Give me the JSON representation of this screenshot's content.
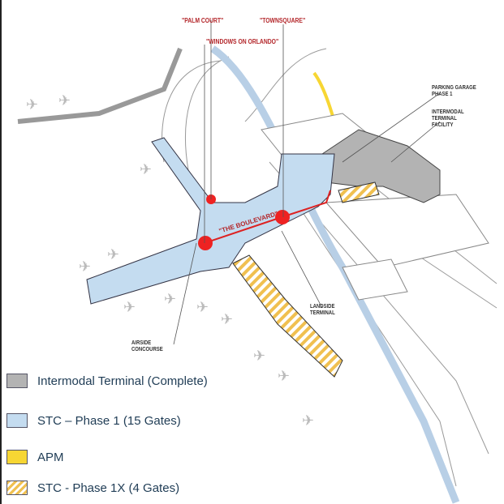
{
  "callouts": {
    "palm_court": "\"PALM COURT\"",
    "townsquare": "\"TOWNSQUARE\"",
    "windows": "\"WINDOWS ON ORLANDO\"",
    "boulevard": "\"THE BOULEVARD\"",
    "parking": "PARKING GARAGE PHASE 1",
    "intermodal": "INTERMODAL TERMINAL FACILITY",
    "landside": "LANDSIDE TERMINAL",
    "airside": "AIRSIDE CONCOURSE"
  },
  "legend": [
    {
      "label": "Intermodal Terminal (Complete)",
      "color": "#b3b3b3"
    },
    {
      "label": "STC – Phase 1 (15 Gates)",
      "color": "#c4dcf0"
    },
    {
      "label": "APM",
      "color": "#f7d633"
    },
    {
      "label": "STC - Phase 1X (4 Gates)",
      "color": "#f0c050"
    }
  ]
}
